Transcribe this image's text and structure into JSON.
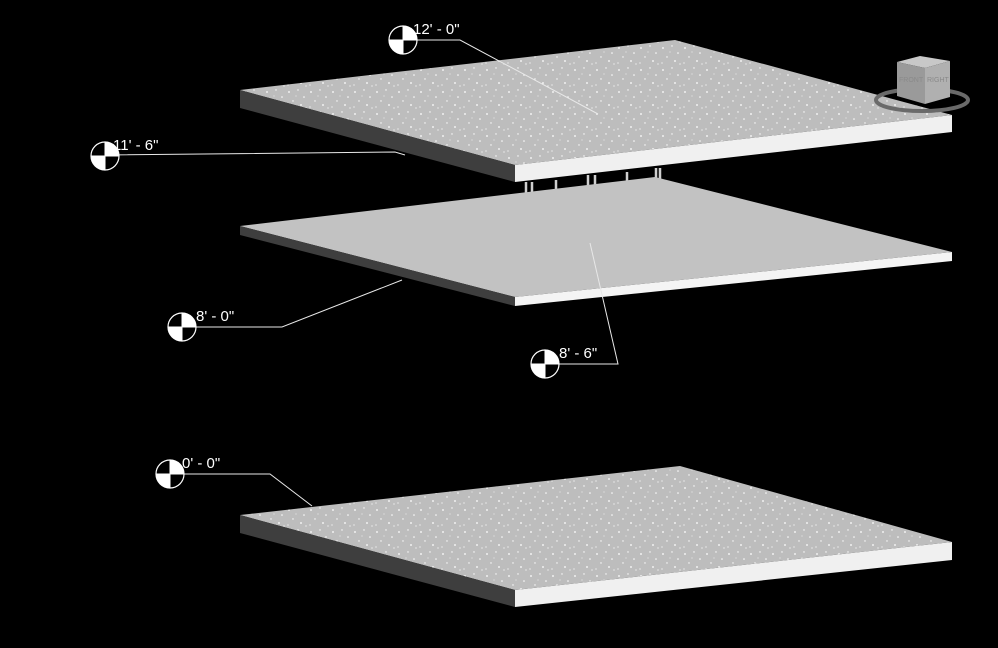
{
  "level_markers": [
    {
      "id": "level-12-0",
      "label": "12' - 0\""
    },
    {
      "id": "level-11-6",
      "label": "11' - 6\""
    },
    {
      "id": "level-8-0",
      "label": "8' - 0\""
    },
    {
      "id": "level-8-6",
      "label": "8' - 6\""
    },
    {
      "id": "level-0-0",
      "label": "0' - 0\""
    }
  ],
  "view_cube": {
    "left_face": "FRONT",
    "right_face": "RIGHT"
  },
  "colors": {
    "background": "#000000",
    "slab_top": "#bdbdbd",
    "slab_side_dark": "#3e3e3e",
    "slab_side_light": "#f2f2f2",
    "leader": "#e8e8e8",
    "marker": "#ffffff"
  }
}
